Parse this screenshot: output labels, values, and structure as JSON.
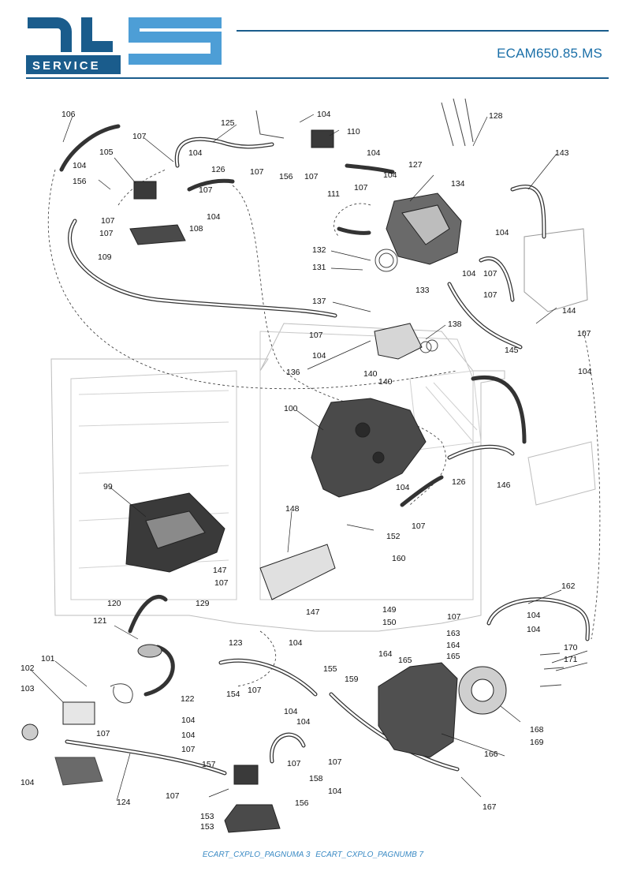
{
  "header": {
    "logo_text": "DLS",
    "logo_sub": "SERVICE",
    "model": "ECAM650.85.MS"
  },
  "colors": {
    "brand_dark": "#1a5c8c",
    "brand_light": "#4d9ed6",
    "model_text": "#1a6fa8",
    "footer_text": "#3a8ac4"
  },
  "parts": [
    "106",
    "105",
    "156",
    "104",
    "107",
    "109",
    "125",
    "108",
    "126",
    "110",
    "111",
    "128",
    "127",
    "134",
    "143",
    "132",
    "131",
    "133",
    "137",
    "138",
    "136",
    "140",
    "145",
    "144",
    "100",
    "99",
    "126",
    "146",
    "148",
    "152",
    "147",
    "160",
    "120",
    "121",
    "129",
    "123",
    "149",
    "150",
    "162",
    "163",
    "164",
    "165",
    "170",
    "171",
    "101",
    "102",
    "103",
    "122",
    "155",
    "159",
    "154",
    "158",
    "157",
    "153",
    "124",
    "166",
    "167",
    "168",
    "169"
  ],
  "footer": {
    "text_a": "ECART_CXPLO_PAGNUMA 3",
    "text_b": "ECART_CXPLO_PAGNUMB 7"
  }
}
